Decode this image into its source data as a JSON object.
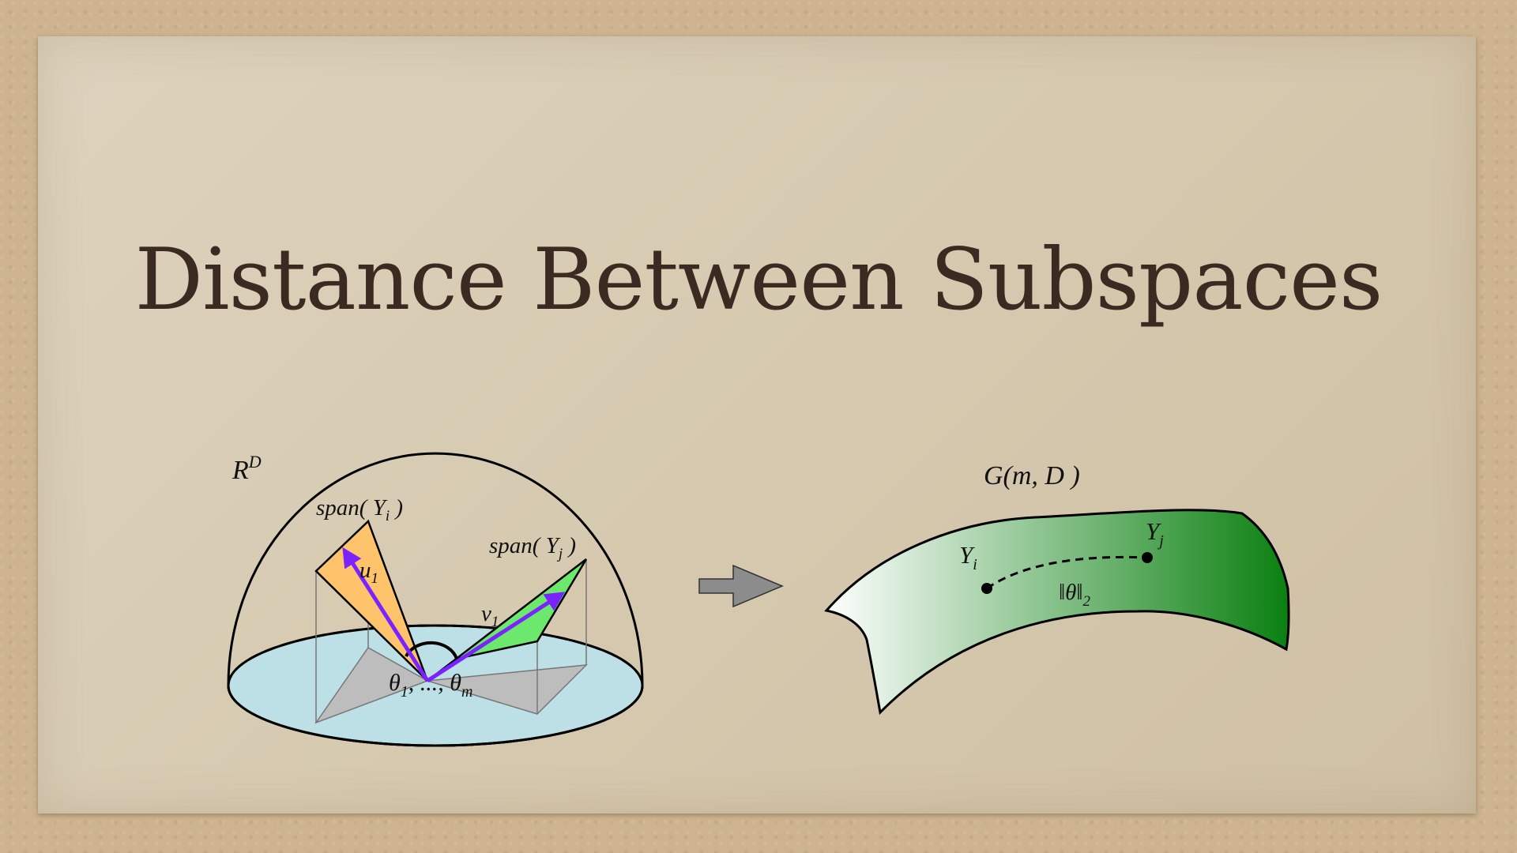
{
  "slide": {
    "title": "Distance Between Subspaces"
  },
  "diagram": {
    "space_label": "R",
    "space_sup": "D",
    "span_i_label": "span( Y",
    "span_i_sub": "i",
    "span_close": " )",
    "span_j_label": "span( Y",
    "span_j_sub": "j",
    "u_label": "u",
    "u_sub": "1",
    "v_label": "v",
    "v_sub": "1",
    "theta_label": "θ",
    "theta_first_sub": "1",
    "theta_mid": ", ..., ",
    "theta_last_sub": "m",
    "grassmann_label": "G(m, D )",
    "yi_label": "Y",
    "yi_sub": "i",
    "yj_label": "Y",
    "yj_sub": "j",
    "norm_label": "‖θ‖",
    "norm_sub": "2",
    "colors": {
      "cap_fill": "#bde0e6",
      "shadow_fill": "#bdbdbd",
      "span_i_fill": "#ffc46b",
      "span_j_fill": "#6ce86c",
      "vector_color": "#7a22ff",
      "arrow_fill": "#8c8c8c",
      "manifold_light": "#ffffff",
      "manifold_dark": "#0a8010"
    }
  }
}
